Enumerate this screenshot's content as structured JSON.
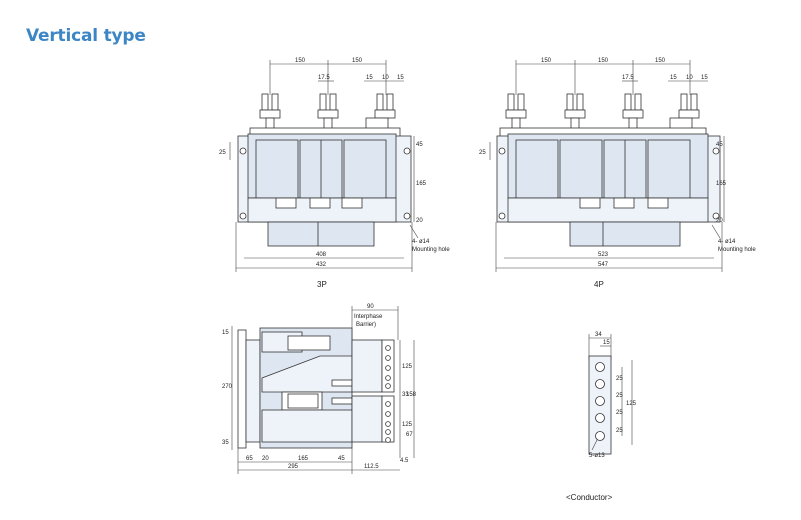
{
  "title": "Vertical type",
  "views": {
    "3p": {
      "label": "3P",
      "dims": {
        "top_a": "150",
        "top_b": "150",
        "top_c": "17.5",
        "top_d": "15",
        "top_e": "10",
        "top_f": "15",
        "left": "25",
        "right_a": "45",
        "right_b": "165",
        "right_c": "20",
        "bottom_a": "408",
        "bottom_b": "432"
      },
      "hole_note_a": "4- ø14",
      "hole_note_b": "Mounting hole"
    },
    "4p": {
      "label": "4P",
      "dims": {
        "top_a": "150",
        "top_b": "150",
        "top_c": "150",
        "top_d": "17.5",
        "top_e": "15",
        "top_f": "10",
        "top_g": "15",
        "left": "25",
        "right_a": "45",
        "right_b": "165",
        "right_c": "20",
        "bottom_a": "523",
        "bottom_b": "547"
      },
      "hole_note_a": "4- ø14",
      "hole_note_b": "Mounting hole"
    },
    "side": {
      "dims": {
        "top": "90",
        "barrier_a": "Interphase",
        "barrier_b": "Barrier)",
        "left_a": "15",
        "left_b": "270",
        "left_c": "35",
        "right_a": "125",
        "right_b": "33",
        "right_c": "158",
        "right_d": "125",
        "right_e": "67",
        "right_f": "4.5",
        "bottom_a": "65",
        "bottom_b": "20",
        "bottom_c": "165",
        "bottom_d": "45",
        "bottom_e": "295",
        "bottom_f": "112.5"
      }
    },
    "conductor": {
      "label": "<Conductor>",
      "dims": {
        "top_a": "34",
        "top_b": "15",
        "right_a": "25",
        "right_b": "25",
        "right_c": "25",
        "right_d": "25",
        "right_e": "125"
      },
      "hole_note": "5-ø13"
    }
  }
}
